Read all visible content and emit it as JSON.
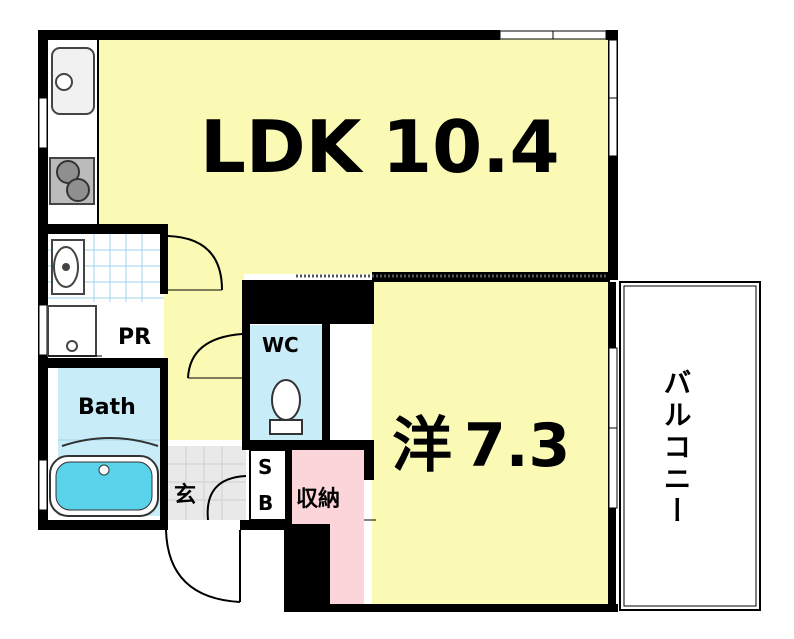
{
  "rooms": {
    "ldk": {
      "label": "LDK",
      "size": "10.4"
    },
    "western": {
      "label": "洋",
      "size": "7.3"
    },
    "wc": {
      "label": "WC"
    },
    "pr": {
      "label": "PR"
    },
    "bath": {
      "label": "Bath"
    },
    "entrance": {
      "label": "玄"
    },
    "shoe_box": {
      "label_top": "S",
      "label_bottom": "B"
    },
    "storage": {
      "label": "収納"
    },
    "balcony": {
      "label": "バルコニー"
    }
  },
  "colors": {
    "ldk_fill": "#fafab4",
    "western_fill": "#fafab4",
    "wc_fill": "#c8ecf8",
    "bath_fill": "#c8ecf8",
    "pr_fill": "#ffffff",
    "storage_fill": "#fbd5d9",
    "wall": "#000000",
    "tile_grid": "#9fd4ea",
    "entrance_tile": "#cfcfcf"
  }
}
